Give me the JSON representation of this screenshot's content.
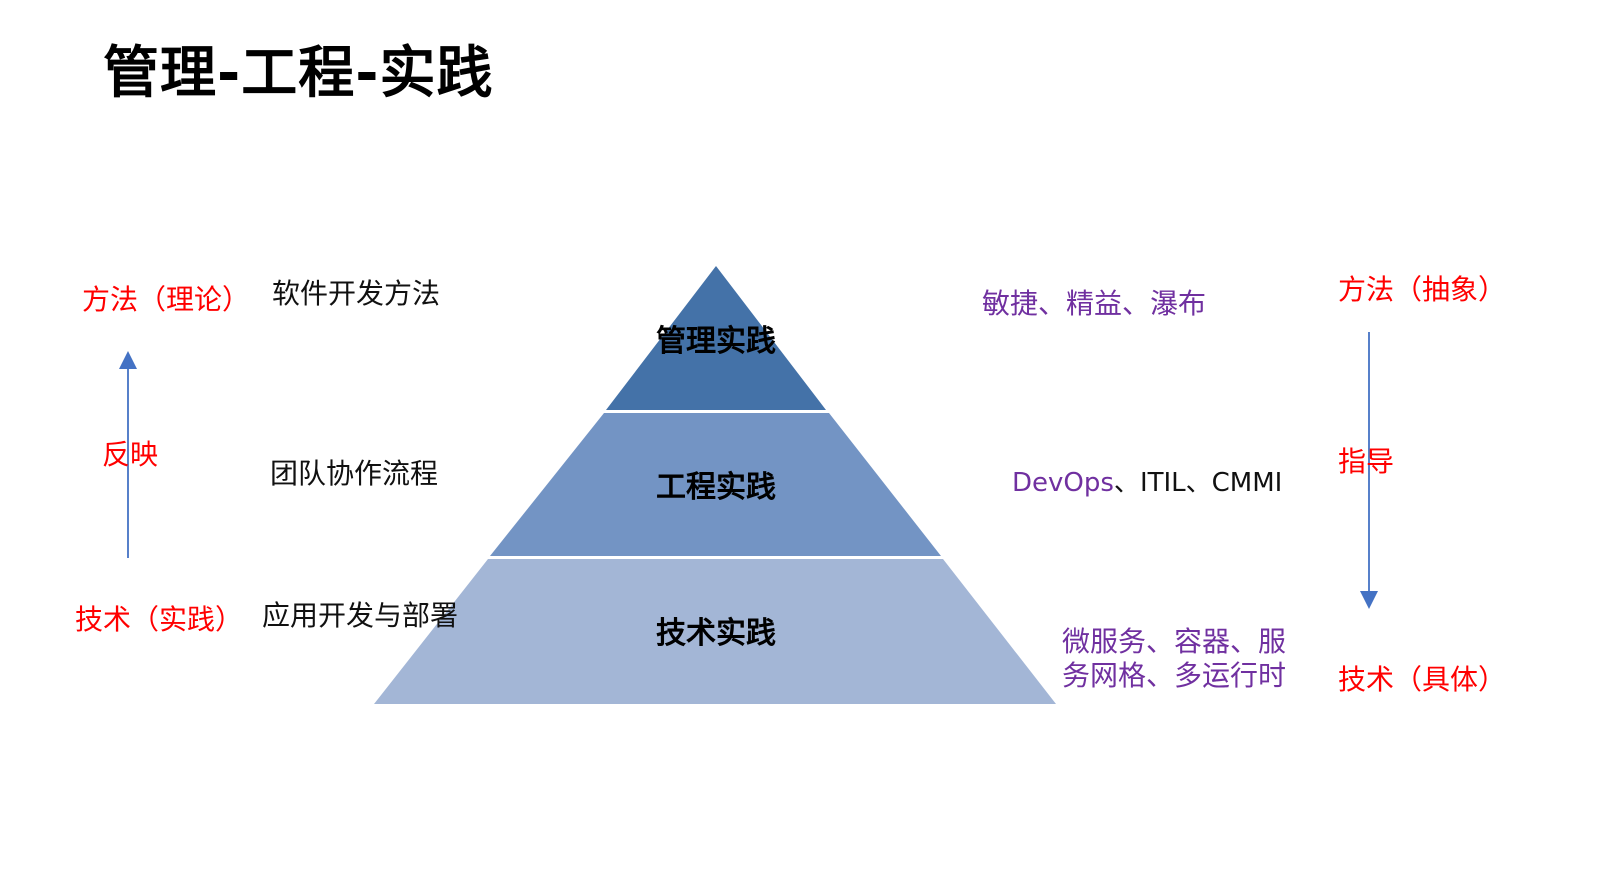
{
  "title": "管理-工程-实践",
  "pyramid": {
    "layers": [
      {
        "label": "管理实践",
        "color": "#4472a8"
      },
      {
        "label": "工程实践",
        "color": "#7394c4"
      },
      {
        "label": "技术实践",
        "color": "#a3b6d6"
      }
    ]
  },
  "left": {
    "top_label": "方法（理论）",
    "top_desc": "软件开发方法",
    "arrow_label": "反映",
    "mid_desc": "团队协作流程",
    "bottom_label": "技术（实践）",
    "bottom_desc": "应用开发与部署",
    "arrow_color": "#4472c4"
  },
  "right": {
    "top_examples": "敏捷、精益、瀑布",
    "mid_examples": {
      "devops": "DevOps",
      "sep1": "、",
      "itil": "ITIL",
      "sep2": "、",
      "cmmi": "CMMI"
    },
    "bottom_examples_line1": "微服务、容器、服",
    "bottom_examples_line2": "务网格、多运行时",
    "top_label": "方法（抽象）",
    "arrow_label": "指导",
    "bottom_label": "技术（具体）",
    "arrow_color": "#4472c4"
  },
  "colors": {
    "red": "#ff0000",
    "purple": "#7030a0"
  }
}
